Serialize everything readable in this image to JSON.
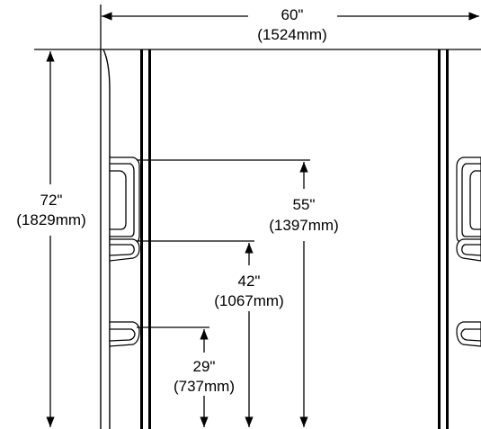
{
  "dimensions": {
    "width": {
      "imperial": "60\"",
      "metric": "(1524mm)"
    },
    "overall_height": {
      "imperial": "72\"",
      "metric": "(1829mm)"
    },
    "upper_bar_height": {
      "imperial": "55\"",
      "metric": "(1397mm)"
    },
    "middle_bar_height": {
      "imperial": "42\"",
      "metric": "(1067mm)"
    },
    "lower_bar_height": {
      "imperial": "29\"",
      "metric": "(737mm)"
    }
  },
  "colors": {
    "line": "#000000",
    "background": "#ffffff"
  }
}
